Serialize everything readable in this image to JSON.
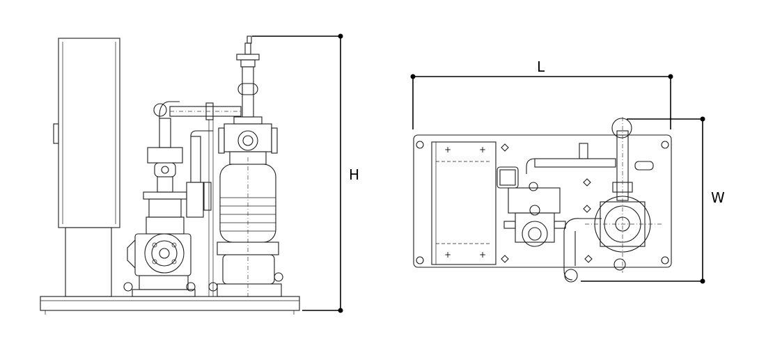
{
  "dimensions": {
    "height_label": "H",
    "length_label": "L",
    "width_label": "W"
  }
}
